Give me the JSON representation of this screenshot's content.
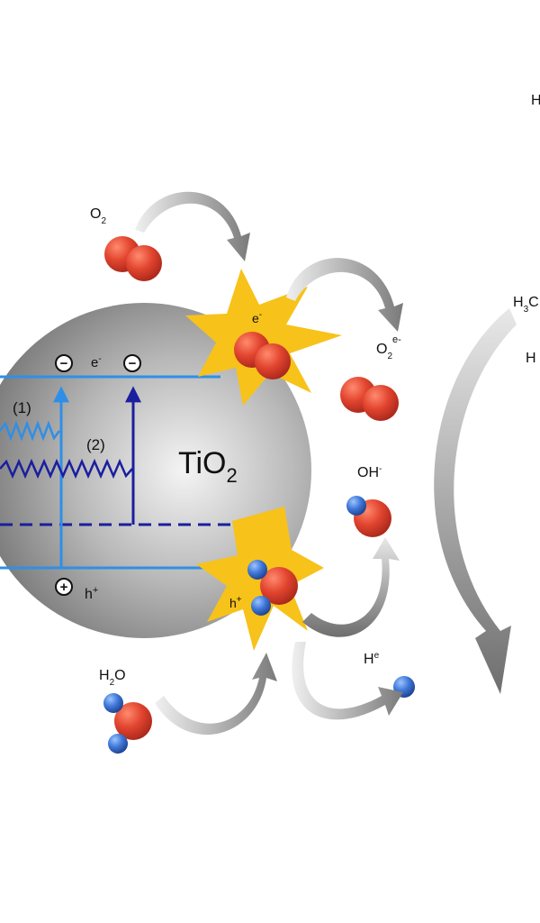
{
  "labels": {
    "o2": "O",
    "o2_sub": "2",
    "electron": "e",
    "electron_sup": "-",
    "superoxide": "O",
    "superoxide_sub": "2",
    "superoxide_sup": "e-",
    "band_electron": "e",
    "band_electron_sup": "-",
    "path1": "(1)",
    "path2": "(2)",
    "tio2": "TiO",
    "tio2_sub": "2",
    "hole_band": "h",
    "hole_band_sup": "+",
    "hole_star": "h",
    "hole_star_sup": "+",
    "hydroxide": "OH",
    "hydroxide_sup": "-",
    "proton": "H",
    "proton_sup": "e",
    "water": "H",
    "water_sub": "2",
    "water_o": "O",
    "right_top_h": "H",
    "right_h3c_h": "H",
    "right_h3c_sub": "3",
    "right_h3c_c": "C",
    "right_h": "H"
  },
  "symbols": {
    "minus": "−",
    "plus": "+"
  },
  "colors": {
    "oxygen": "#d63a2b",
    "hydrogen": "#3a6fd0",
    "star": "#f7c21a",
    "sphere_light": "#f2f2f2",
    "sphere_dark": "#7a7a7a",
    "band_light": "#2f8fe6",
    "band_dark": "#1a1f9e",
    "arrow_grey": "#8c8c8c"
  }
}
